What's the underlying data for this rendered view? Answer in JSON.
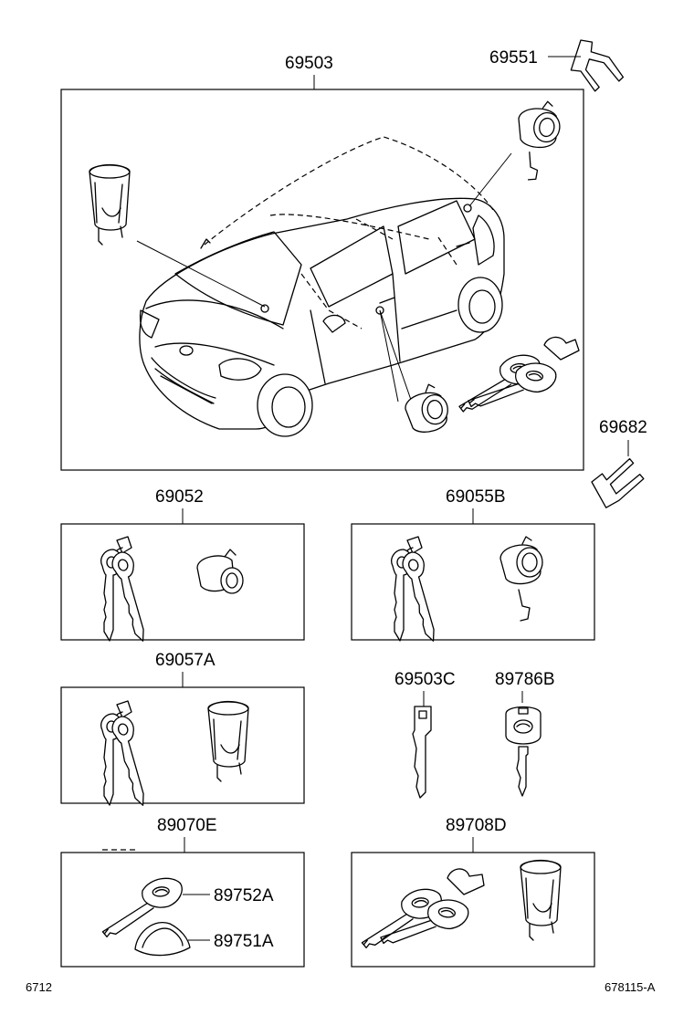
{
  "parts": {
    "p69503": "69503",
    "p69551": "69551",
    "p69682": "69682",
    "p69052": "69052",
    "p69055B": "69055B",
    "p69057A": "69057A",
    "p69503C": "69503C",
    "p89786B": "89786B",
    "p89070E": "89070E",
    "p89752A": "89752A",
    "p89751A": "89751A",
    "p89708D": "89708D"
  },
  "footer": {
    "left": "6712",
    "right": "678115-A"
  }
}
